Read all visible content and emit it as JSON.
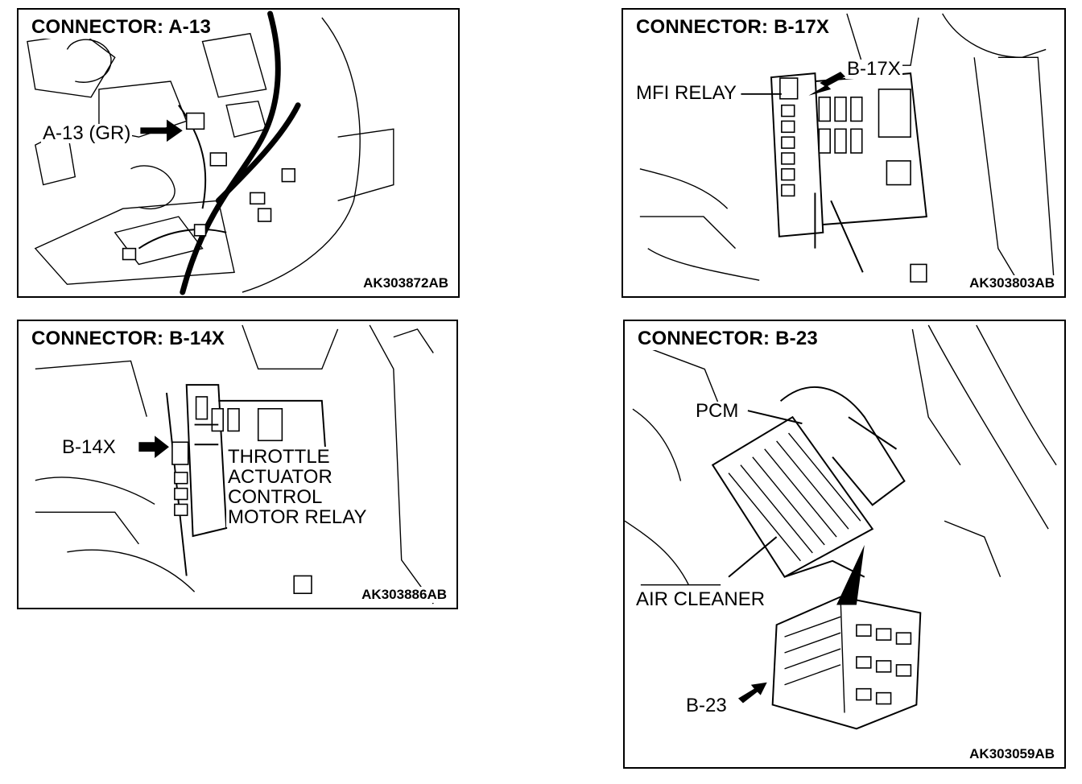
{
  "panels": [
    {
      "title": "CONNECTOR: A-13",
      "code": "AK303872AB",
      "labels": {
        "connector": "A-13 (GR)"
      },
      "icon": "arrow-right-icon"
    },
    {
      "title": "CONNECTOR: B-17X",
      "code": "AK303803AB",
      "labels": {
        "connector": "B-17X",
        "relay": "MFI RELAY"
      },
      "icon": "arrow-left-icon"
    },
    {
      "title": "CONNECTOR: B-14X",
      "code": "AK303886AB",
      "labels": {
        "connector": "B-14X",
        "relay_lines": [
          "THROTTLE",
          "ACTUATOR",
          "CONTROL",
          "MOTOR RELAY"
        ]
      },
      "icon": "arrow-right-icon"
    },
    {
      "title": "CONNECTOR: B-23",
      "code": "AK303059AB",
      "labels": {
        "pcm": "PCM",
        "air_cleaner": "AIR CLEANER",
        "connector": "B-23"
      },
      "icon": "arrow-right-icon"
    }
  ]
}
